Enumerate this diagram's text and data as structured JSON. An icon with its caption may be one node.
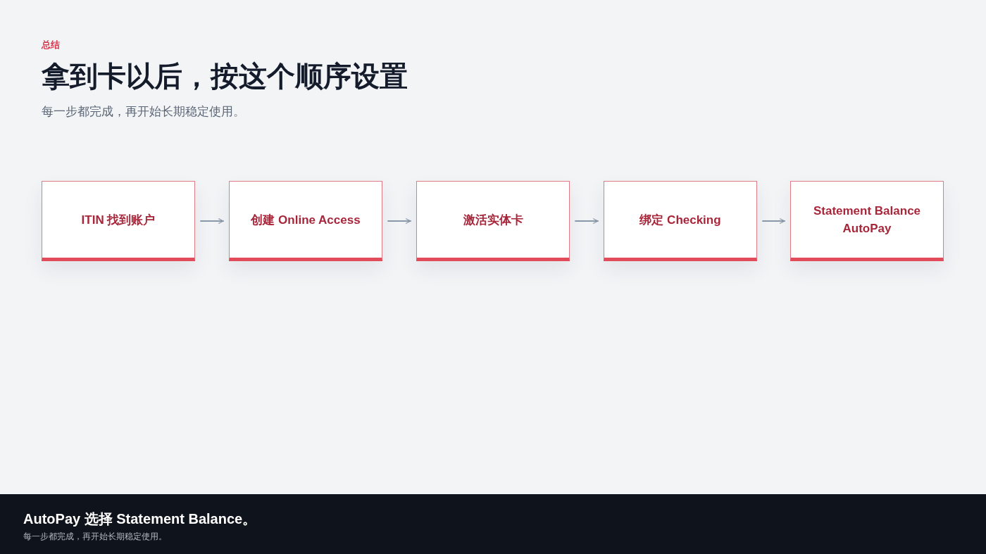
{
  "diagram": {
    "title": "拿到卡以后，按这个顺序设置",
    "nodes": [
      {
        "text": [
          "ITIN 找到账户"
        ]
      },
      {
        "text": [
          "创建 Online Access"
        ]
      },
      {
        "text": [
          "激活实体卡"
        ]
      },
      {
        "text": [
          "绑定 Checking"
        ]
      },
      {
        "text": [
          "Statement Balance AutoPay"
        ]
      }
    ],
    "edges": [
      {
        "from": 0,
        "to": 1,
        "arrow": "to"
      },
      {
        "from": 1,
        "to": 2,
        "arrow": "to"
      },
      {
        "from": 2,
        "to": 3,
        "arrow": "to"
      },
      {
        "from": 3,
        "to": 4,
        "arrow": "to"
      }
    ],
    "labels": [
      "总结",
      "每一步都完成，再开始长期稳定使用。",
      "AutoPay 选择 Statement Balance。",
      "每一步都完成，再开始长期稳定使用。"
    ]
  }
}
